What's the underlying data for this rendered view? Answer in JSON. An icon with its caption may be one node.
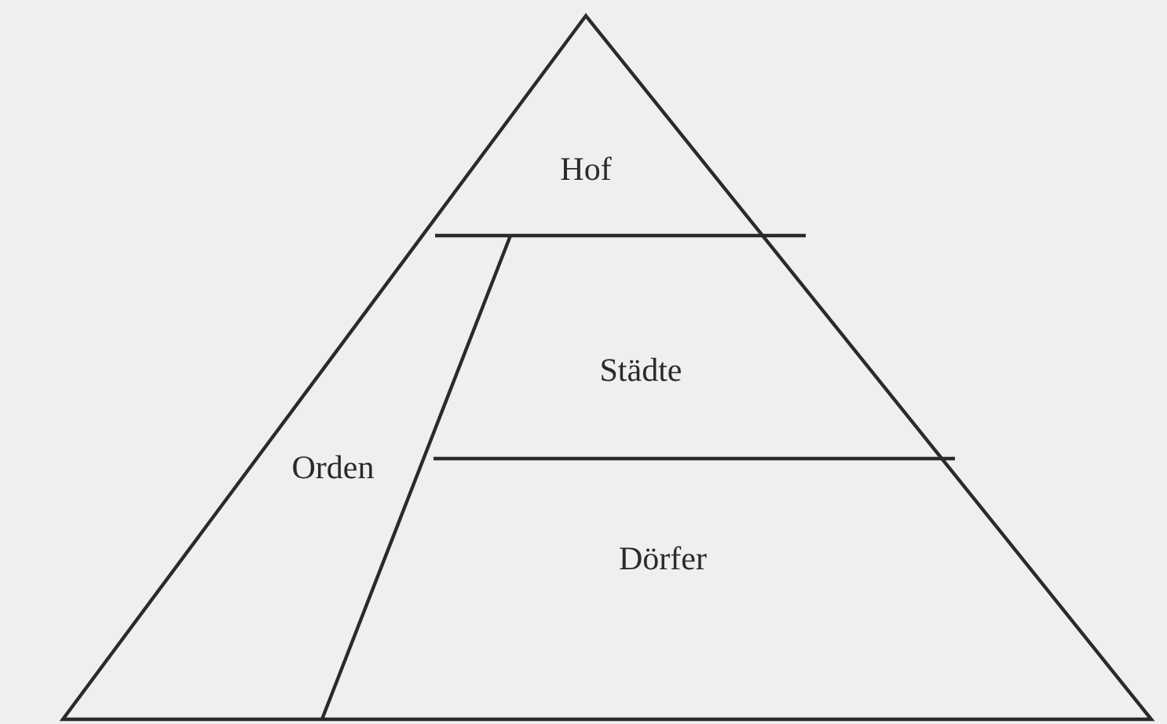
{
  "diagram": {
    "nodes": [
      {
        "text": [
          "Hof"
        ]
      },
      {
        "text": [
          "Städte"
        ]
      },
      {
        "text": [
          "Orden"
        ]
      },
      {
        "text": [
          "Dörfer"
        ]
      }
    ]
  }
}
